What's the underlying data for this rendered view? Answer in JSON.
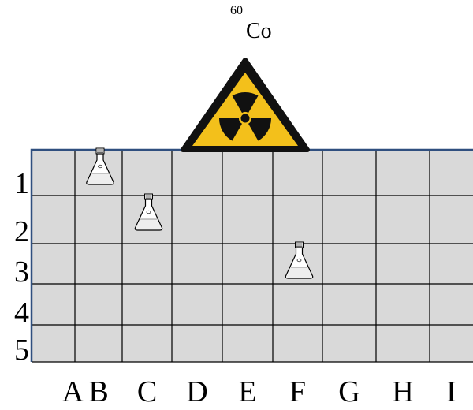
{
  "source": {
    "mass_number": "60",
    "symbol": "Co",
    "hazard_icon": "radiation-warning-icon",
    "hazard_colors": {
      "fill": "#f3c01b",
      "border": "#111111",
      "symbol": "#111111"
    }
  },
  "grid": {
    "fill_color": "#d9d9d9",
    "line_color": "#000000",
    "border_color": "#2f4f7f",
    "columns": [
      "A",
      "B",
      "C",
      "D",
      "E",
      "F",
      "G",
      "H",
      "I"
    ],
    "rows": [
      "1",
      "2",
      "3",
      "4",
      "5"
    ]
  },
  "samples": [
    {
      "icon": "flask-icon",
      "column": "B",
      "row": "1"
    },
    {
      "icon": "flask-icon",
      "column": "C",
      "row": "2"
    },
    {
      "icon": "flask-icon",
      "column": "F",
      "row": "3"
    }
  ]
}
